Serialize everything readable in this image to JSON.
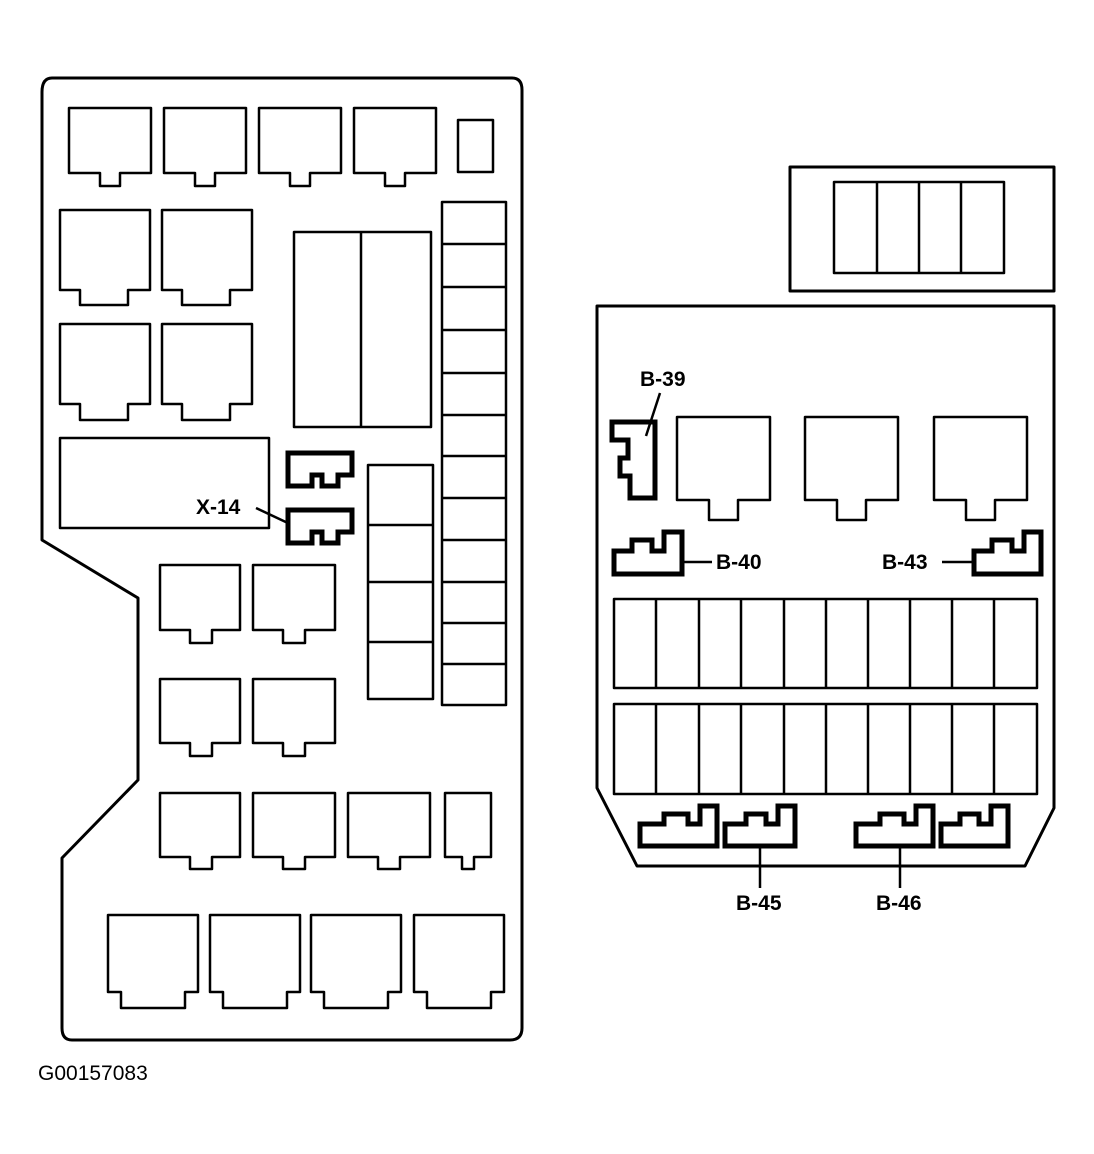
{
  "figure_id": "G00157083",
  "connectors": {
    "x14": "X-14",
    "b39": "B-39",
    "b40": "B-40",
    "b43": "B-43",
    "b45": "B-45",
    "b46": "B-46"
  },
  "colors": {
    "line": "#000000",
    "background": "#ffffff"
  }
}
